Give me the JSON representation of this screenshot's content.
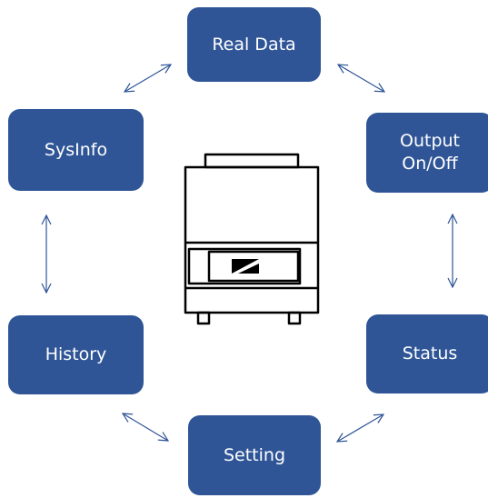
{
  "diagram": {
    "nodes": [
      {
        "id": "real-data",
        "label": "Real Data"
      },
      {
        "id": "output",
        "label": "Output\nOn/Off"
      },
      {
        "id": "status",
        "label": "Status"
      },
      {
        "id": "setting",
        "label": "Setting"
      },
      {
        "id": "history",
        "label": "History"
      },
      {
        "id": "sysinfo",
        "label": "SysInfo"
      }
    ],
    "center_device_icon": "power-supply-unit-icon",
    "connector_style": "double-headed-arrow",
    "colors": {
      "node_fill": "#2f5597",
      "node_text": "#ffffff",
      "arrow": "#2f5597",
      "device_outline": "#000000"
    }
  }
}
